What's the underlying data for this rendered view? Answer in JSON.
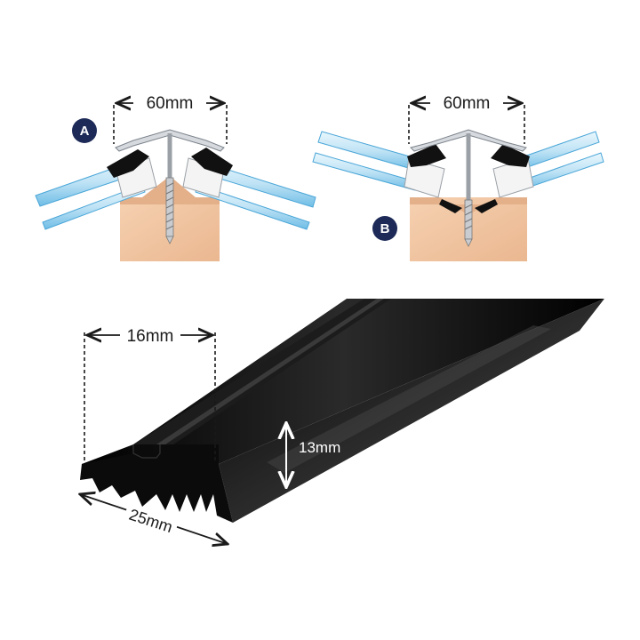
{
  "diagram_a": {
    "badge": "A",
    "width_label": "60mm"
  },
  "diagram_b": {
    "badge": "B",
    "width_label": "60mm"
  },
  "profile": {
    "top_width_label": "16mm",
    "height_label": "13mm",
    "base_width_label": "25mm"
  },
  "colors": {
    "badge": "#1d2a57",
    "timber": "#f1c6a3",
    "glazing": "#bfe3f5",
    "glazing_edge": "#4aa6d8",
    "gasket": "#111111",
    "profile_black": "#0b0b0b"
  }
}
